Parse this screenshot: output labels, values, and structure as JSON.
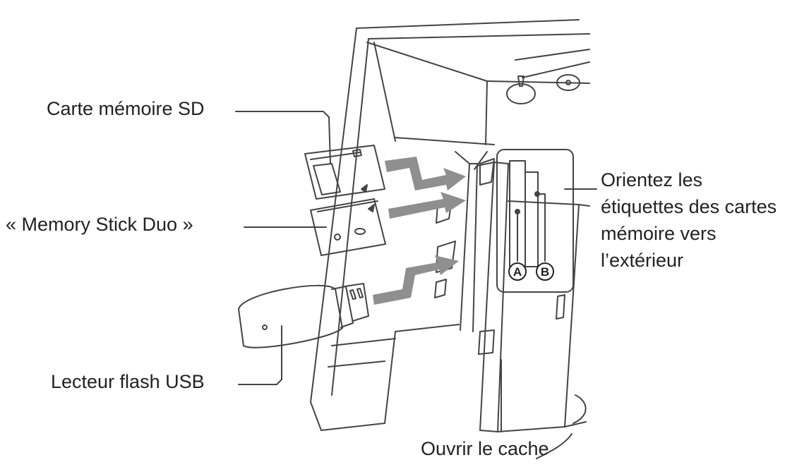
{
  "labels": {
    "sd_card": "Carte mémoire SD",
    "memory_stick": "« Memory Stick Duo »",
    "usb_flash": "Lecteur flash USB",
    "orient_lines": [
      "Orientez les",
      "étiquettes des cartes",
      "mémoire vers",
      "l’extérieur"
    ],
    "open_cover": "Ouvrir le cache"
  },
  "slot_markers": [
    "A",
    "B"
  ],
  "colors": {
    "line": "#444444",
    "arrow": "#8f8f8f",
    "background": "#ffffff"
  }
}
